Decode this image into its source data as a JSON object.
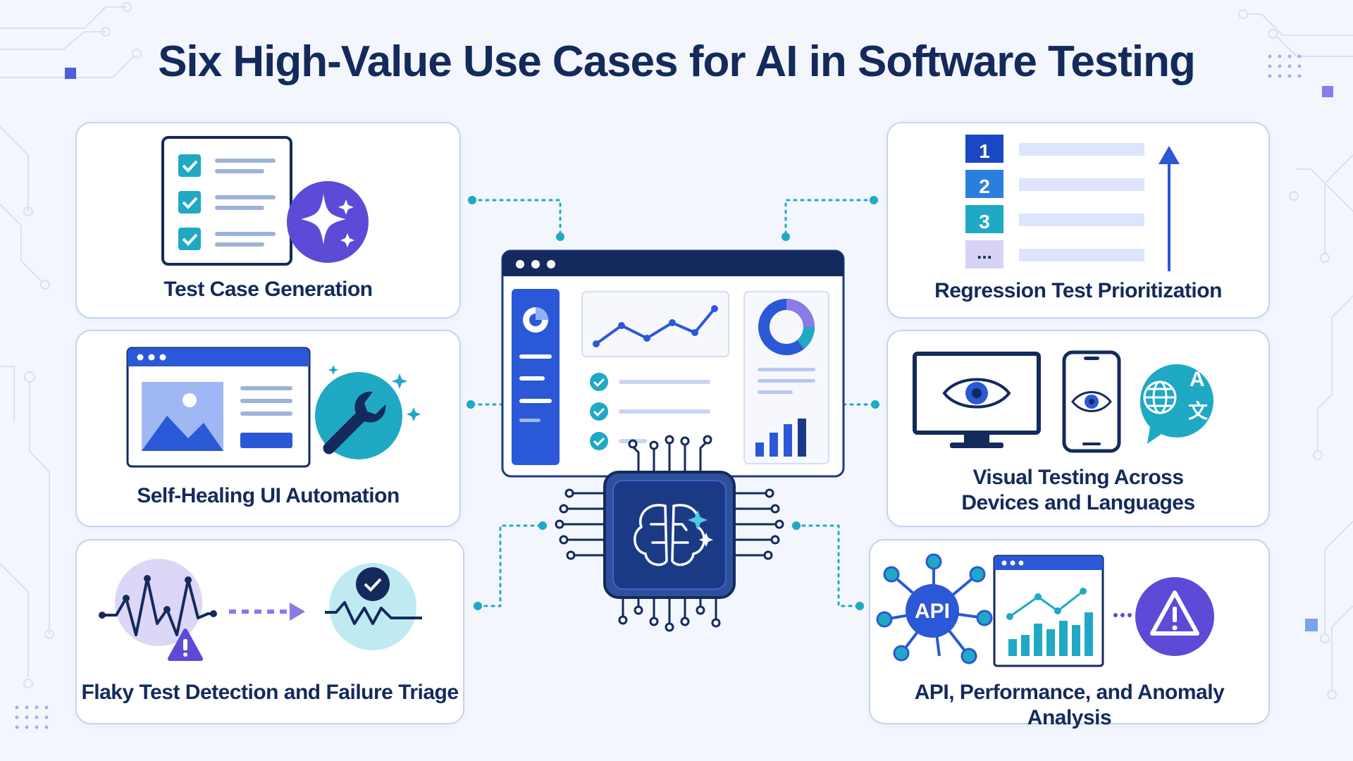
{
  "title": "Six High-Value Use Cases for AI in Software Testing",
  "use_cases": [
    {
      "label": "Test Case Generation"
    },
    {
      "label": "Self-Healing UI Automation"
    },
    {
      "label": "Flaky Test Detection and Failure Triage"
    },
    {
      "label": "Regression Test Prioritization"
    },
    {
      "label_line1": "Visual Testing Across",
      "label_line2": "Devices and Languages"
    },
    {
      "label": "API, Performance, and Anomaly Analysis"
    }
  ],
  "priority_list": [
    "1",
    "2",
    "3",
    "..."
  ],
  "api_badge": "API",
  "translate_glyph": "A",
  "translate_glyph2": "文",
  "colors": {
    "navy": "#142a5c",
    "blue": "#2b58d6",
    "teal": "#1fa9c4",
    "purple": "#5b4bd6",
    "light_blue": "#dce5fb",
    "card_border": "#c6d3ee"
  },
  "icons": [
    "checklist-icon",
    "sparkle-icon",
    "browser-window-icon",
    "wrench-icon",
    "waveform-icon",
    "warning-icon",
    "check-circle-icon",
    "arrow-up-icon",
    "monitor-eye-icon",
    "phone-eye-icon",
    "translate-icon",
    "api-network-icon",
    "bar-chart-icon",
    "ai-brain-chip-icon",
    "dashboard-icon"
  ]
}
